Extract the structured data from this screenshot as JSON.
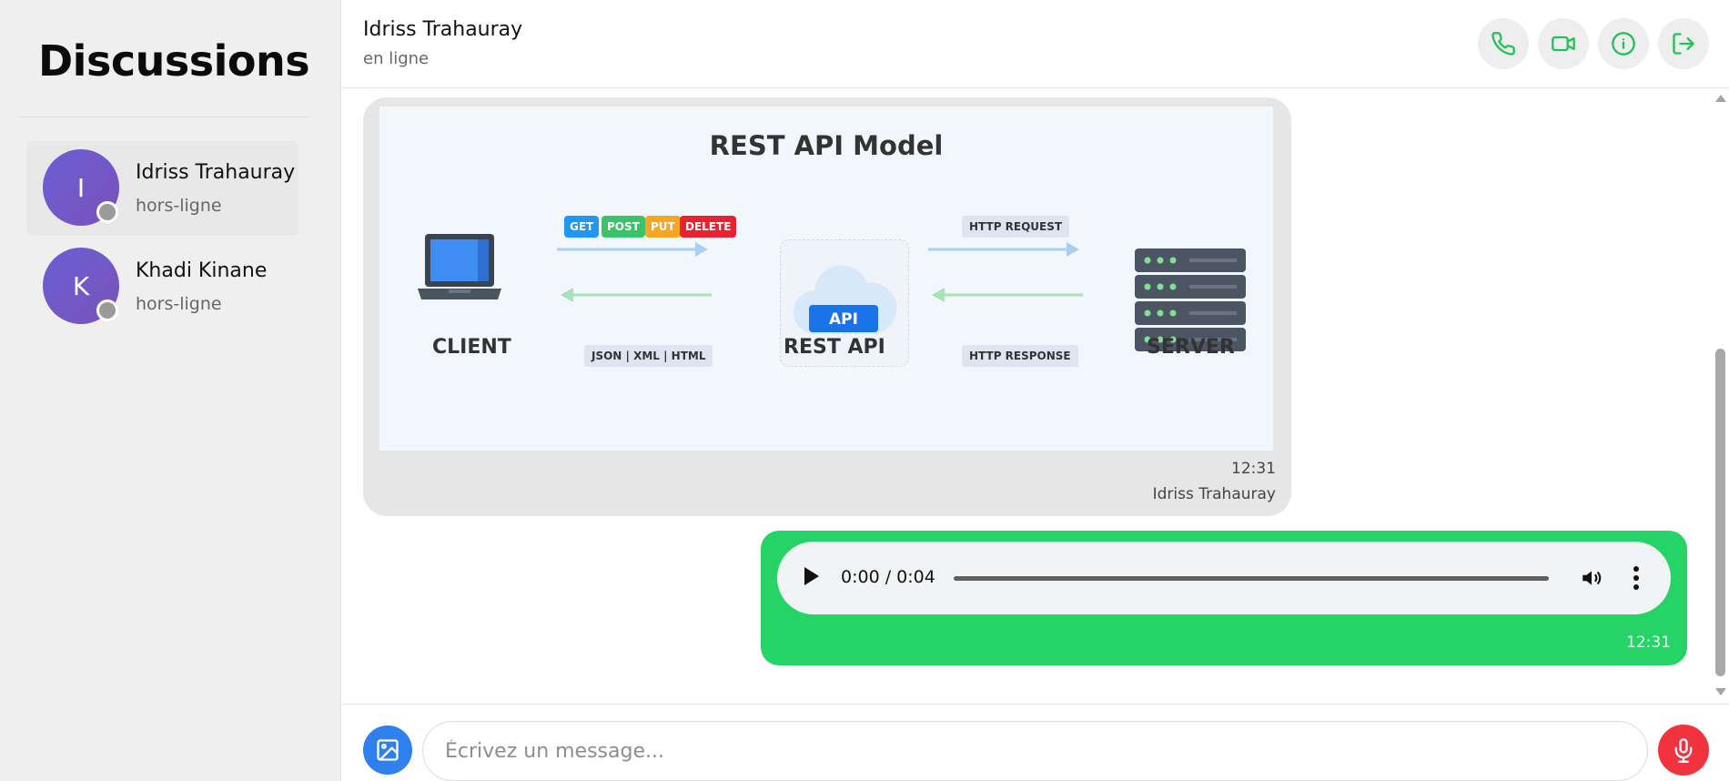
{
  "sidebar": {
    "title": "Discussions",
    "contacts": [
      {
        "initial": "I",
        "name": "Idriss Trahauray",
        "status": "hors-ligne",
        "active": true
      },
      {
        "initial": "K",
        "name": "Khadi Kinane",
        "status": "hors-ligne",
        "active": false
      }
    ]
  },
  "header": {
    "name": "Idriss Trahauray",
    "status": "en ligne",
    "icons": [
      "phone-icon",
      "video-icon",
      "info-icon",
      "logout-icon"
    ]
  },
  "messages": [
    {
      "type": "image",
      "direction": "incoming",
      "time": "12:31",
      "sender": "Idriss Trahauray",
      "image": {
        "title": "REST API Model",
        "client_label": "CLIENT",
        "api_label": "REST API",
        "server_label": "SERVER",
        "api_badge": "API",
        "methods": [
          "GET",
          "POST",
          "PUT",
          "DELETE"
        ],
        "formats": "JSON | XML | HTML",
        "request_label": "HTTP REQUEST",
        "response_label": "HTTP RESPONSE"
      }
    },
    {
      "type": "audio",
      "direction": "outgoing",
      "time": "12:31",
      "audio_time": "0:00 / 0:04"
    }
  ],
  "composer": {
    "placeholder": "Écrivez un message..."
  },
  "colors": {
    "accent_green": "#26d366",
    "icon_green": "#25c05a",
    "avatar_purple": "#6a5fd6",
    "image_button_blue": "#2f80ed",
    "mic_red": "#f1323f",
    "status_offline": "#9a9a9a"
  }
}
